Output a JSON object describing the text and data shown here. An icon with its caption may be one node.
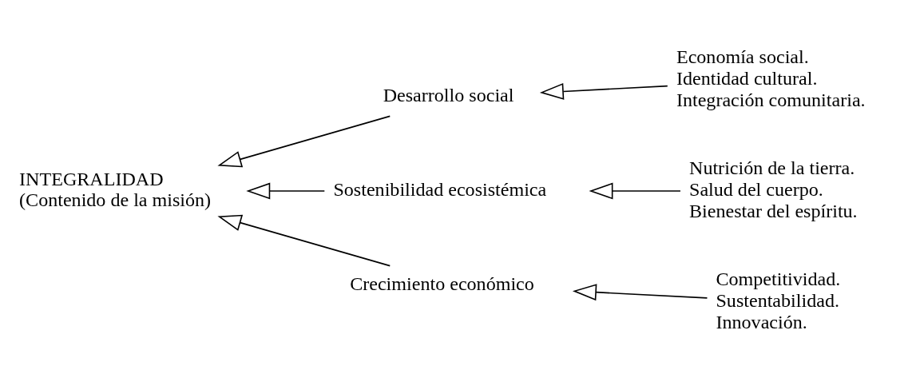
{
  "diagram": {
    "nodes": [
      {
        "text": [
          "INTEGRALIDAD",
          "(Contenido de la misión)"
        ]
      },
      {
        "text": [
          "Desarrollo social"
        ]
      },
      {
        "text": [
          "Economía social.",
          "Identidad cultural.",
          "Integración comunitaria."
        ]
      },
      {
        "text": [
          "Sostenibilidad ecosistémica"
        ]
      },
      {
        "text": [
          "Nutrición de la tierra.",
          "Salud del cuerpo.",
          "Bienestar del espíritu."
        ]
      },
      {
        "text": [
          "Crecimiento económico"
        ]
      },
      {
        "text": [
          "Competitividad.",
          "Sustentabilidad.",
          "Innovación."
        ]
      }
    ],
    "edges": [
      {
        "from": 2,
        "to": 1,
        "arrow": "to"
      },
      {
        "from": 4,
        "to": 3,
        "arrow": "to"
      },
      {
        "from": 6,
        "to": 5,
        "arrow": "to"
      },
      {
        "from": 1,
        "to": 0,
        "arrow": "to"
      },
      {
        "from": 3,
        "to": 0,
        "arrow": "to"
      },
      {
        "from": 5,
        "to": 0,
        "arrow": "to"
      }
    ]
  }
}
